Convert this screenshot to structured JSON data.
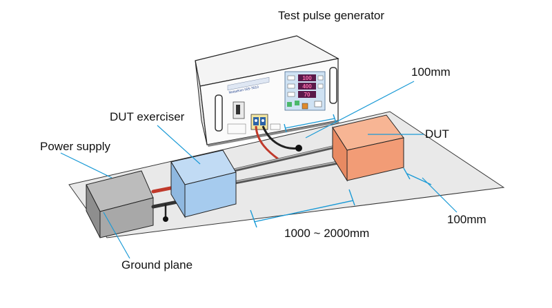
{
  "labels": {
    "test_pulse_generator": "Test pulse generator",
    "dut_exerciser": "DUT exerciser",
    "power_supply": "Power supply",
    "dut": "DUT",
    "ground_plane": "Ground plane",
    "dim_100mm_top": "100mm",
    "dim_100mm_right": "100mm",
    "dim_length": "1000 ~ 2000mm"
  },
  "generator": {
    "brand_text": "NoiseKen ISS-7610",
    "display_readouts": [
      "100",
      "400",
      "70"
    ]
  },
  "colors": {
    "ground_plane": "#e9e9e9",
    "power_supply": "#a8a8a8",
    "dut_exerciser": "#a6cbee",
    "dut": "#f29c76",
    "dimension_line": "#1a9ad6",
    "cable_red": "#c0392b"
  }
}
